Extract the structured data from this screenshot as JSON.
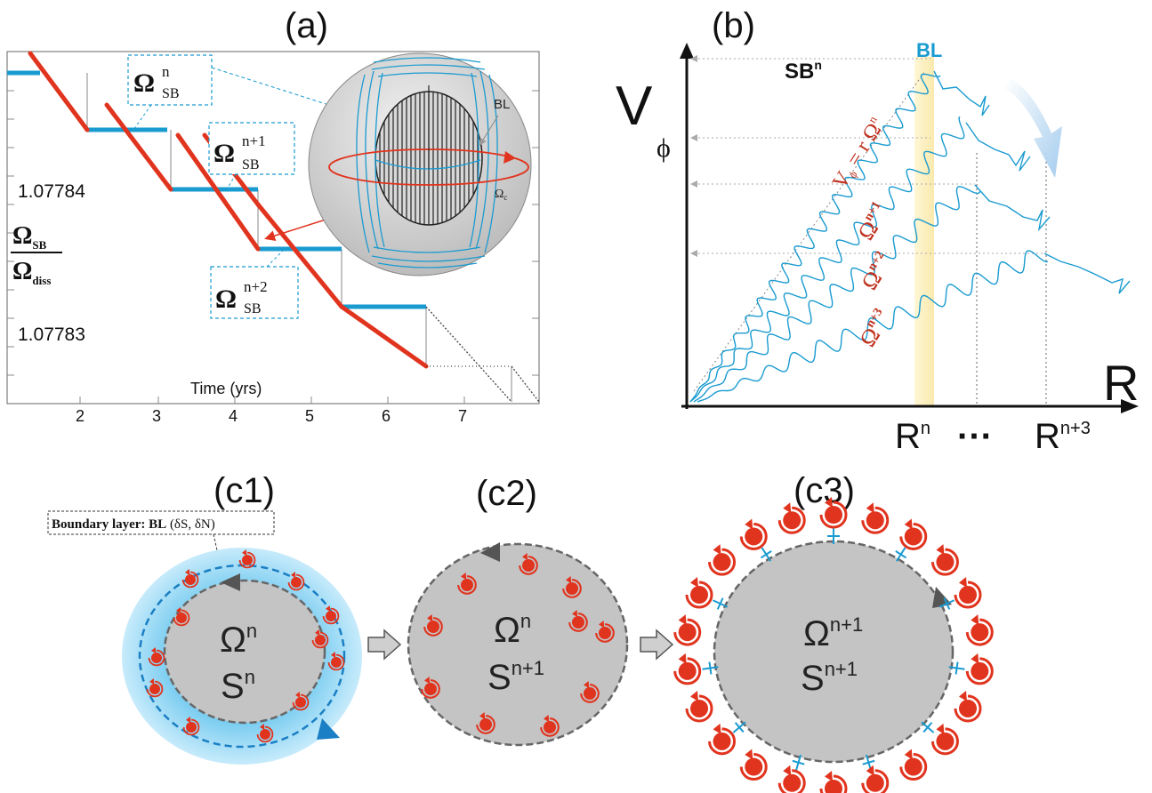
{
  "panel_a": {
    "label": "(a)",
    "ytick_upper": "1.07784",
    "ytick_lower": "1.07783",
    "xlabel": "Time (yrs)",
    "xticks": [
      "2",
      "3",
      "4",
      "5",
      "6",
      "7"
    ],
    "ylabel_num_sym": "Ω",
    "ylabel_num_sub": "SB",
    "ylabel_den_sym": "Ω",
    "ylabel_den_sub": "diss",
    "annot1": {
      "sym": "Ω",
      "sup": "n",
      "sub": "SB"
    },
    "annot2": {
      "sym": "Ω",
      "sup": "n+1",
      "sub": "SB"
    },
    "annot3": {
      "sym": "Ω",
      "sup": "n+2",
      "sub": "SB"
    },
    "diss": {
      "sym": "Ω",
      "sub": "diss"
    },
    "inset_bl": "BL",
    "inset_omega_c": {
      "sym": "Ω",
      "sub": "c"
    }
  },
  "panel_b": {
    "label": "(b)",
    "y_sym": "V",
    "y_sub": "ϕ",
    "x_label": "R",
    "sb": {
      "base": "SB",
      "sup": "n"
    },
    "bl": "BL",
    "formula": "V = r Ω",
    "formula_v": "V",
    "formula_sub": "ϕ",
    "formula_rest": " = r Ω",
    "formula_sup": "n",
    "omega1": {
      "sym": "Ω",
      "sup": "n+1"
    },
    "omega2": {
      "sym": "Ω",
      "sup": "n+2"
    },
    "omega3": {
      "sym": "Ω",
      "sup": "n+3"
    },
    "r_n": {
      "base": "R",
      "sup": "n"
    },
    "r_dots": "···",
    "r_n3": {
      "base": "R",
      "sup": "n+3"
    }
  },
  "panel_c1": {
    "label": "(c1)",
    "bl_box": "Boundary layer: BL",
    "bl_box_rest": " (δS, δN)",
    "omega": {
      "sym": "Ω",
      "sup": "n"
    },
    "s": {
      "base": "S",
      "sup": "n"
    }
  },
  "panel_c2": {
    "label": "(c2)",
    "omega": {
      "sym": "Ω",
      "sup": "n"
    },
    "s": {
      "base": "S",
      "sup": "n+1"
    }
  },
  "panel_c3": {
    "label": "(c3)",
    "omega": {
      "sym": "Ω",
      "sup": "n+1"
    },
    "s": {
      "base": "S",
      "sup": "n+1"
    }
  },
  "colors": {
    "red": "#e1341e",
    "blue": "#1a9bd0",
    "gray": "#c4c4c4",
    "dark": "#555555"
  }
}
